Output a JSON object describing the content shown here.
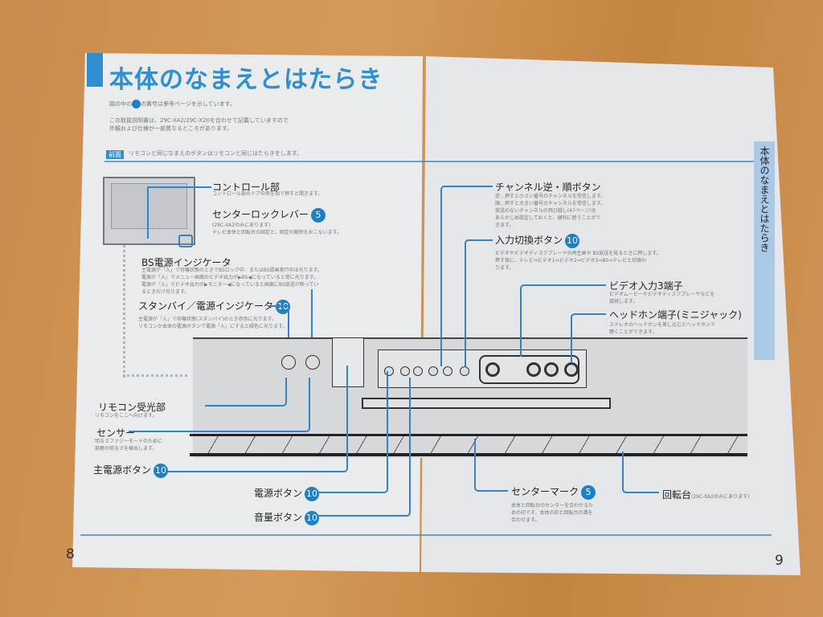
{
  "left_page": {
    "title": "本体のなまえとはたらき",
    "intro_1": "図の中の",
    "intro_1b": "の番号は参考ページを示しています。",
    "intro_2": "この取扱説明書は、29C-XA2/29C-X20を合わせて記載していますので",
    "intro_3": "外観および仕様が一部異なるところがあります。",
    "section_tag": "前面",
    "section_text": "リモコンと同じなまえのボタンはリモコンと同じはたらきをします。",
    "labels": [
      {
        "title": "コントロール部",
        "desc": [
          "コントロール部のドア中央を指で押すと開きます。"
        ]
      },
      {
        "title": "センターロックレバー",
        "ref": "5",
        "desc": [
          "(29C-XA2のみにあります)",
          "テレビ本体と回転台の固定と、固定の解除をおこないます。"
        ]
      },
      {
        "title": "BS電源インジケータ",
        "desc": [
          "主電源が「入」で待機状態のときでBSロック中、またはBS録画実行中は光ります。",
          "電源が「入」でメニュー画面のビデオ出力が▶BS◀になっていると常に光ります。",
          "電源が「入」でビデオ出力が▶モニター◀になっていると画面にBS放送が映ってい",
          "るときだけ光ります。"
        ]
      },
      {
        "title": "スタンバイ／電源インジケータ",
        "ref": "10",
        "desc": [
          "主電源が「入」で待機状態(スタンバイ)のとき赤色に光ります。",
          "リモコンか本体の電源ボタンで電源「入」にすると緑色に光ります。"
        ]
      },
      {
        "title": "リモコン受光部",
        "desc": [
          "リモコンをここへ向けます。"
        ]
      },
      {
        "title": "センサー",
        "desc": [
          "明るさファジーモードのために",
          "部屋の明るさを検出します。"
        ]
      },
      {
        "title": "主電源ボタン",
        "ref": "10"
      },
      {
        "title": "電源ボタン",
        "ref": "10"
      },
      {
        "title": "音量ボタン",
        "ref": "10"
      }
    ],
    "page_number": "8"
  },
  "right_page": {
    "side_tab": "本体のなまえとはたらき",
    "labels": [
      {
        "title": "チャンネル逆・順ボタン",
        "desc": [
          "逆…押すと小さい番号のチャンネルを受信します。",
          "順…押すと大きい番号のチャンネルを受信します。",
          "放送のないチャンネルの飛び越し(47ページ)を",
          "あらかじめ設定しておくと、便利に使うことがで",
          "きます。"
        ]
      },
      {
        "title": "入力切換ボタン",
        "ref": "10",
        "desc": [
          "ビデオやビデオディスクプレーヤの再生画や BS放送を見るときに押します。",
          "押す毎に、テレビ⇒ビデオ1⇒ビデオ2⇒ビデオ3⇒BS⇒テレビと切換わ",
          "ります。"
        ]
      },
      {
        "title": "ビデオ入力3端子",
        "desc": [
          "ビデオムービーやビデオディスクプレーヤなどを",
          "接続します。"
        ]
      },
      {
        "title": "ヘッドホン端子(ミニジャック)",
        "desc": [
          "ステレオのヘッドホンを差し込むとヘッドホンで",
          "聴くことができます。"
        ]
      },
      {
        "title": "センターマーク",
        "ref": "5",
        "desc": [
          "本体と回転台のセンターを合わせるた",
          "めの印です。本体の印と回転台の溝を",
          "合わせます。"
        ]
      },
      {
        "title": "回転台",
        "note": "(29C-XA2のみにあります)"
      }
    ],
    "page_number": "9"
  },
  "colors": {
    "accent": "#1d7fc4",
    "title": "#2f8fd0",
    "wood": "#c98b4c"
  }
}
